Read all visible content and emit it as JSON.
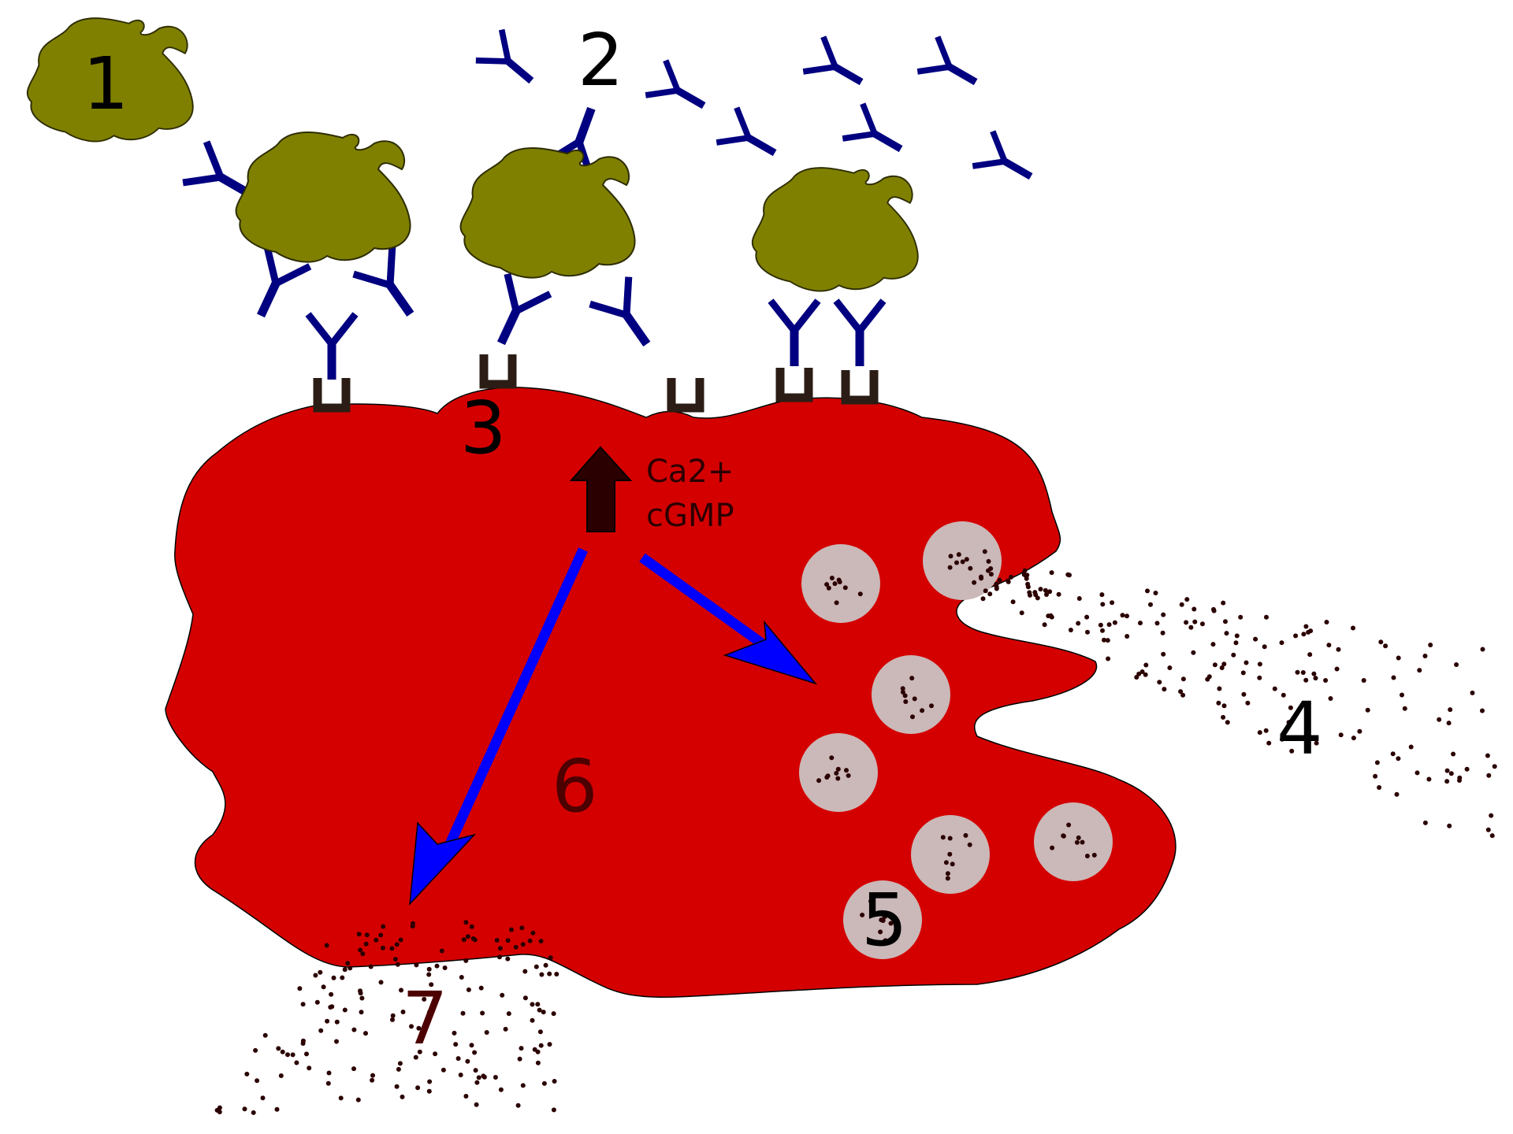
{
  "labels": {
    "allergen": "1",
    "antibodies": "2",
    "mast_cell": "3",
    "released_mediators": "4",
    "granules": "5",
    "cytoplasm": "6",
    "secreted_mediators": "7",
    "ca": "Ca2+",
    "cgmp": "cGMP"
  },
  "colors": {
    "cell": "#d40000",
    "allergen": "#808000",
    "antibody": "#000080",
    "receptor": "#2b1d15",
    "granule": "#cbb8b8",
    "mediator_dot": "#2b0000",
    "signal_arrow": "#0000ff",
    "up_arrow": "#2b0000"
  }
}
